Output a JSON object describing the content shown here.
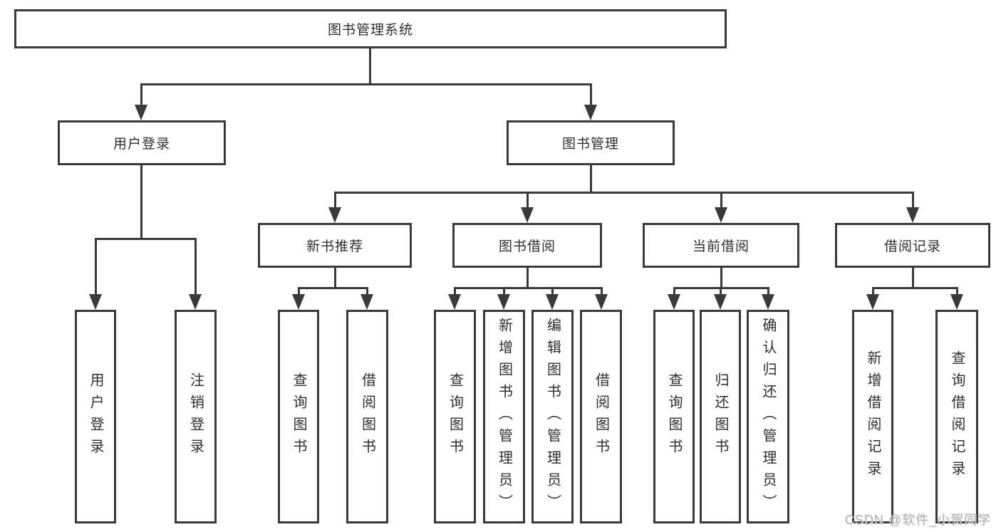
{
  "diagram": {
    "root": {
      "label": "图书管理系统"
    },
    "branches": [
      {
        "label": "用户登录",
        "children": [
          {
            "label": "用户登录"
          },
          {
            "label": "注销登录"
          }
        ]
      },
      {
        "label": "图书管理",
        "children": [
          {
            "label": "新书推荐",
            "children": [
              {
                "label": "查询图书"
              },
              {
                "label": "借阅图书"
              }
            ]
          },
          {
            "label": "图书借阅",
            "children": [
              {
                "label": "查询图书"
              },
              {
                "label": "新增图书（管理员）"
              },
              {
                "label": "编辑图书（管理员）"
              },
              {
                "label": "借阅图书"
              }
            ]
          },
          {
            "label": "当前借阅",
            "children": [
              {
                "label": "查询图书"
              },
              {
                "label": "归还图书"
              },
              {
                "label": "确认归还（管理员）"
              }
            ]
          },
          {
            "label": "借阅记录",
            "children": [
              {
                "label": "新增借阅记录"
              },
              {
                "label": "查询借阅记录"
              }
            ]
          }
        ]
      }
    ],
    "colors": {
      "line": "#3a3a3a",
      "text": "#2e2e2e",
      "background": "#ffffff",
      "watermark": "#b3b3b3"
    }
  },
  "watermark": {
    "text": "CSDN @软件_小贺同学"
  }
}
